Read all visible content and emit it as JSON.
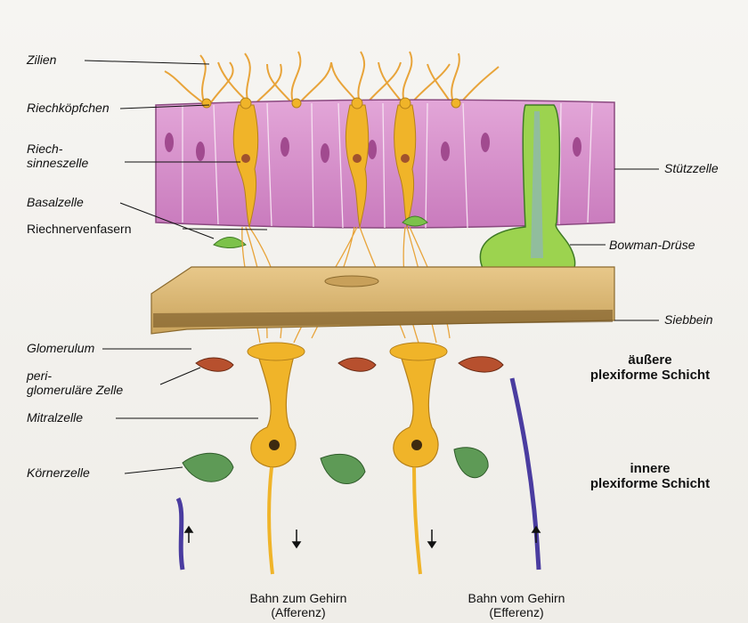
{
  "labels": {
    "zilien": "Zilien",
    "riechkoepfchen": "Riechköpfchen",
    "riech_line1": "Riech-",
    "riech_line2": "sinneszelle",
    "basalzelle": "Basalzelle",
    "riechnervenfasern": "Riechnervenfasern",
    "glomerulum": "Glomerulum",
    "peri_line1": "peri-",
    "peri_line2": "glomeruläre Zelle",
    "mitralzelle": "Mitralzelle",
    "koernerzelle": "Körnerzelle",
    "stuetzzelle": "Stützzelle",
    "bowman": "Bowman-Drüse",
    "siebbein": "Siebbein",
    "aeussere_line1": "äußere",
    "aeussere_line2": "plexiforme Schicht",
    "innere_line1": "innere",
    "innere_line2": "plexiforme Schicht",
    "bahn_zum_line1": "Bahn zum Gehirn",
    "bahn_zum_line2": "(Afferenz)",
    "bahn_vom_line1": "Bahn vom Gehirn",
    "bahn_vom_line2": "(Efferenz)"
  },
  "colors": {
    "epithelium": "#d98fce",
    "sensory_cell": "#f0b429",
    "cilia": "#e8a43a",
    "gland": "#8dc63f",
    "bone": "#d9b36a",
    "periglomerular": "#b7502e",
    "granule": "#5e9a56",
    "efferent": "#4a3ca0"
  }
}
